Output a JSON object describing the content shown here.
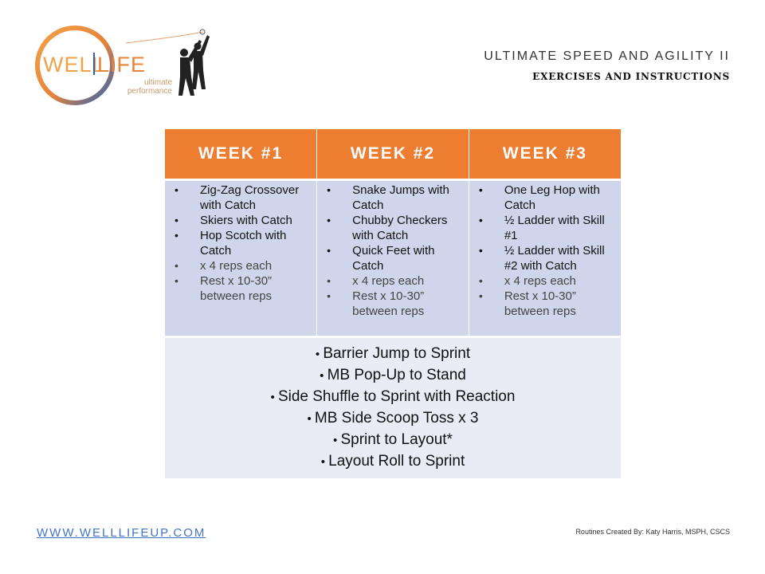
{
  "logo": {
    "brand_left": "WELL",
    "brand_right": "LIFE",
    "tagline_1": "ultimate",
    "tagline_2": "performance",
    "colors": {
      "orange": "#f0a24a",
      "blue": "#2c62b4",
      "text": "#c99a6a"
    }
  },
  "header": {
    "title": "ULTIMATE SPEED AND AGILITY II",
    "subtitle": "EXERCISES AND INSTRUCTIONS"
  },
  "table": {
    "header_color": "#ed7d31",
    "weeks": [
      {
        "label": "WEEK #1",
        "items": [
          {
            "text": "Zig-Zag Crossover with Catch",
            "light": false
          },
          {
            "text": "Skiers with Catch",
            "light": false
          },
          {
            "text": "Hop Scotch with Catch",
            "light": false
          },
          {
            "text": "x 4 reps each",
            "light": true
          },
          {
            "text": "Rest x 10-30” between reps",
            "light": true
          }
        ]
      },
      {
        "label": "WEEK #2",
        "items": [
          {
            "text": "Snake Jumps with Catch",
            "light": false
          },
          {
            "text": "Chubby Checkers with Catch",
            "light": false
          },
          {
            "text": "Quick Feet with Catch",
            "light": false
          },
          {
            "text": "x 4 reps each",
            "light": true
          },
          {
            "text": "Rest x 10-30” between reps",
            "light": true
          }
        ]
      },
      {
        "label": "WEEK #3",
        "items": [
          {
            "text": "One Leg Hop with Catch",
            "light": false
          },
          {
            "text": "½ Ladder with Skill #1",
            "light": false
          },
          {
            "text": "½ Ladder with Skill #2 with Catch",
            "light": false
          },
          {
            "text": "x 4 reps each",
            "light": true
          },
          {
            "text": "Rest x 10-30” between reps",
            "light": true
          }
        ]
      }
    ],
    "drills": [
      "Barrier Jump to Sprint",
      "MB Pop-Up to Stand",
      "Side Shuffle to Sprint with Reaction",
      "MB Side Scoop Toss x 3",
      "Sprint to Layout*",
      "Layout Roll to Sprint"
    ]
  },
  "footer": {
    "website": "WWW.WELLLIFEUP.COM",
    "credit": "Routines Created By: Katy Harris, MSPH, CSCS"
  }
}
